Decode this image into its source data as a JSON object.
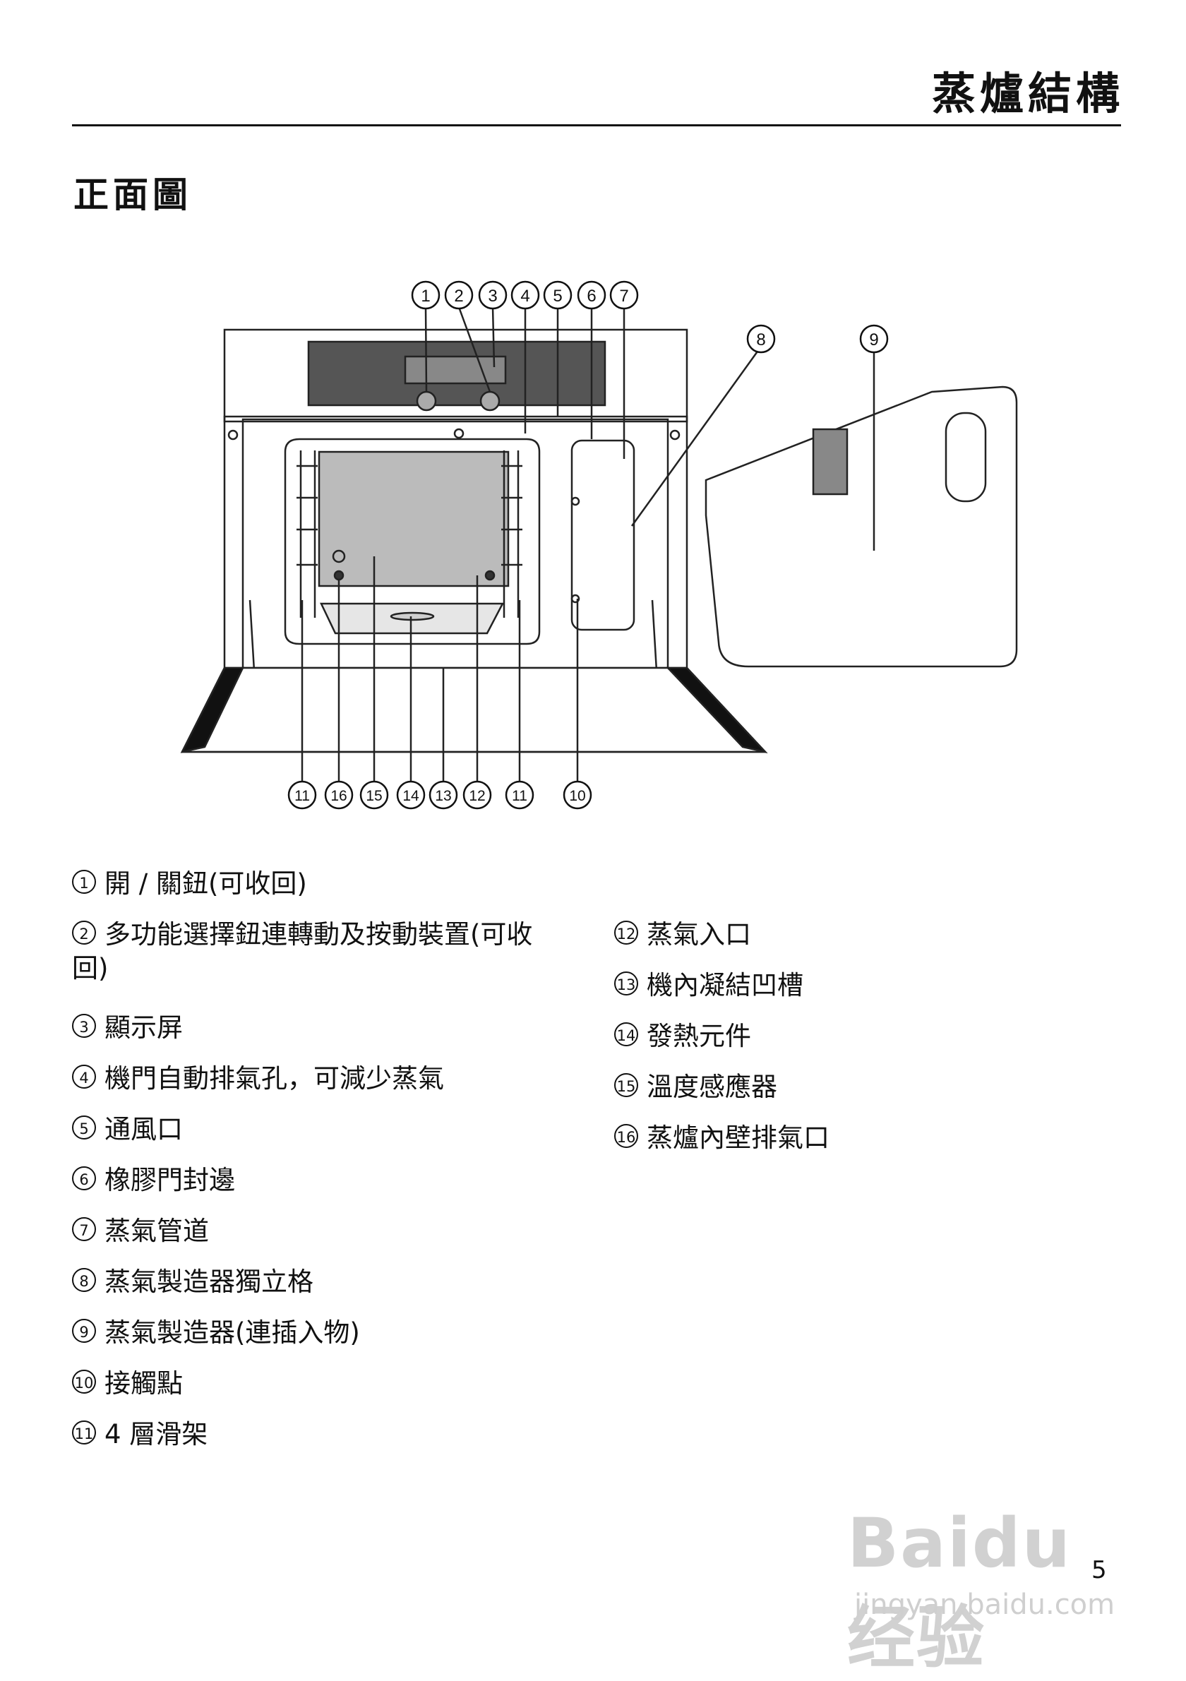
{
  "header": {
    "title": "蒸爐結構"
  },
  "section": {
    "title": "正面圖"
  },
  "diagram": {
    "top_callouts": [
      "1",
      "2",
      "3",
      "4",
      "5",
      "6",
      "7"
    ],
    "side_callouts": [
      "8",
      "9"
    ],
    "bottom_callouts": [
      "11",
      "16",
      "15",
      "14",
      "13",
      "12",
      "11",
      "10"
    ]
  },
  "legend": {
    "items": [
      {
        "num": "1",
        "text": "開 / 關鈕(可收回)"
      },
      {
        "num": "2",
        "text": "多功能選擇鈕連轉動及按動裝置(可收回)"
      },
      {
        "num": "3",
        "text": "顯示屏"
      },
      {
        "num": "4",
        "text": "機門自動排氣孔，可減少蒸氣"
      },
      {
        "num": "5",
        "text": "通風口"
      },
      {
        "num": "6",
        "text": "橡膠門封邊"
      },
      {
        "num": "7",
        "text": "蒸氣管道"
      },
      {
        "num": "8",
        "text": "蒸氣製造器獨立格"
      },
      {
        "num": "9",
        "text": "蒸氣製造器(連插入物)"
      },
      {
        "num": "10",
        "text": "接觸點"
      },
      {
        "num": "11",
        "text": "4 層滑架"
      },
      {
        "num": "12",
        "text": "蒸氣入口"
      },
      {
        "num": "13",
        "text": "機內凝結凹槽"
      },
      {
        "num": "14",
        "text": "發熱元件"
      },
      {
        "num": "15",
        "text": "溫度感應器"
      },
      {
        "num": "16",
        "text": "蒸爐內壁排氣口"
      }
    ]
  },
  "page": {
    "number": "5"
  },
  "watermark": {
    "brand": "Baidu经验",
    "url": "jingyan.baidu.com"
  }
}
